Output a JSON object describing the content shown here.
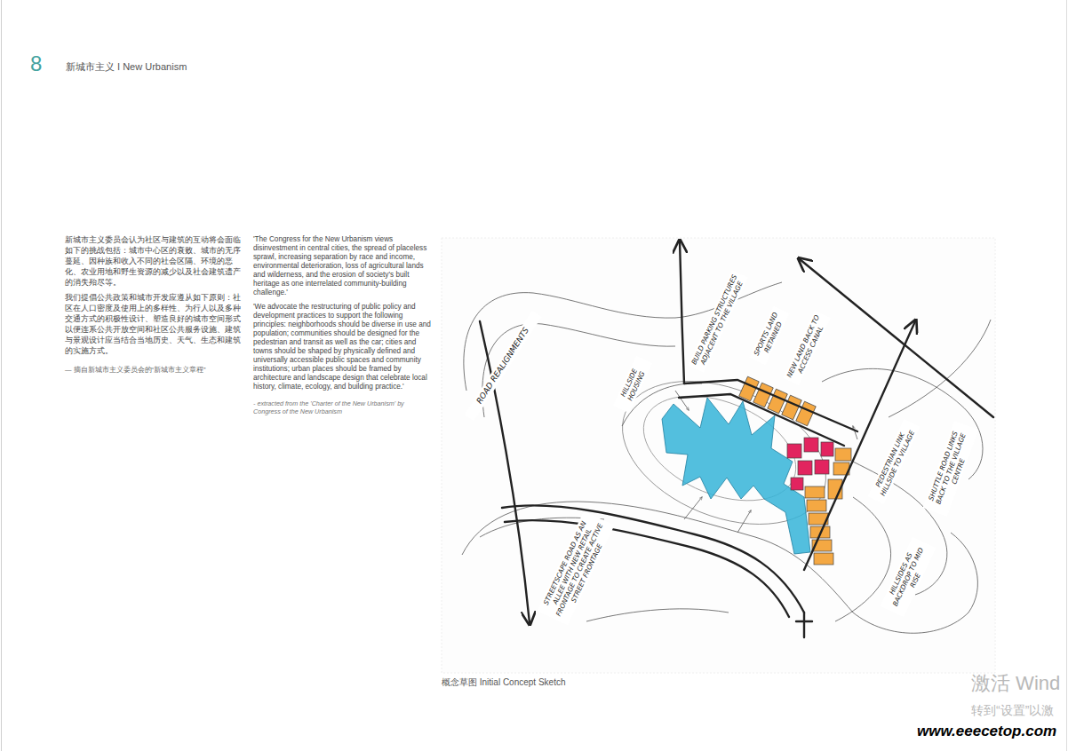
{
  "diagram": {
    "title": "新城市主义 I New Urbanism",
    "caption": "概念草图 Initial Concept Sketch",
    "labels": [
      "8",
      "新城市主义委员会认为社区与建筑的互动将会面临如下的挑战包括：城市中心区的衰败、城市的无序蔓延、因种族和收入不同的社会区隔、环境的恶化、农业用地和野生资源的减少以及社会建筑遗产的消失殆尽等。",
      "我们提倡公共政策和城市开发应遵从如下原则：社区在人口密度及使用上的多样性、为行人以及多种交通方式的积极性设计、塑造良好的城市空间形式以便连系公共开放空间和社区公共服务设施、建筑与景观设计应当结合当地历史、天气、生态和建筑的实施方式。",
      "— 摘自新城市主义委员会的“新城市主义章程”",
      "'The Congress for the New Urbanism views disinvestment in central cities, the spread of placeless sprawl, increasing separation by race and income, environmental deterioration, loss of agricultural lands and wilderness, and the erosion of society's built heritage as one interrelated community-building challenge.'",
      "'We advocate the restructuring of public policy and development practices to support the following principles: neighborhoods should be diverse in use and population; communities should be designed for the pedestrian and transit as well as the car; cities and towns should be shaped by physically defined and universally accessible public spaces and community institutions; urban places should be framed by architecture and landscape design that celebrate local history, climate, ecology, and building practice.'",
      "- extracted from the 'Charter of the New Urbanism' by Congress of the New Urbanism",
      "ROAD REALIGNMENTS",
      "HILLSIDE HOUSING",
      "BUILD PARKING STRUCTURES ADJACENT TO THE VILLAGE",
      "SPORTS LAND RETAINED",
      "NEW LAND BACK TO ACCESS CANAL",
      "PEDESTRIAN LINK HILLSIDE TO VILLAGE",
      "SHUTTLE ROAD LINKS BACK TO THE VILLAGE CENTRE",
      "HILLSIDES AS BACKDROP TO MID RISE",
      "STREETSCAPE ROAD AS AN ALLEE WITH NEW RETAIL FRONTAGE TO CREATE ACTIVE STREET FRONTAGE",
      "激活 Wind",
      "转到“设置”以激",
      "www.eeecetop.com"
    ]
  }
}
